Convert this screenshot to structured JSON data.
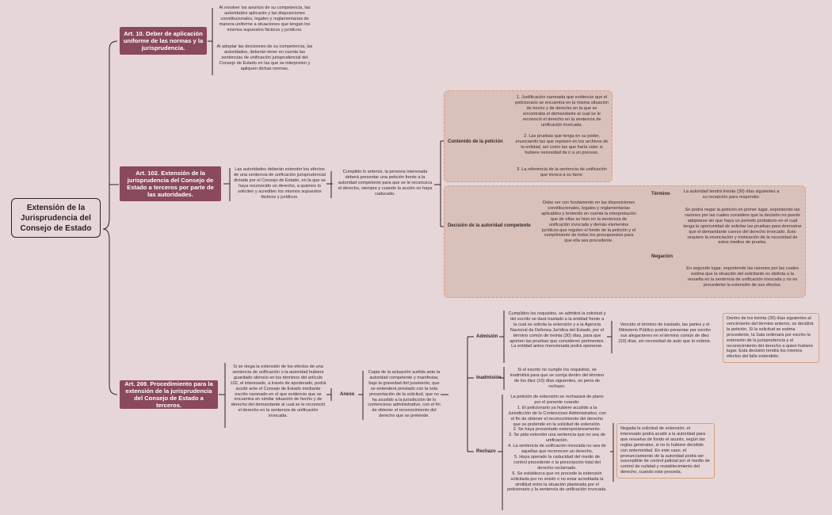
{
  "root": "Extensión de la Jurisprudencia del Consejo de Estado",
  "art10": {
    "title": "Art. 10. Deber de aplicación uniforme de las normas y la jurisprudencia.",
    "text1": "Al resolver los asuntos de su competencia, las autoridades aplicarán y las disposiciones constitucionales, legales y reglamentarias de manera uniforme a situaciones que tengan los mismos supuestos fácticos y jurídicos.",
    "text2": "Al adoptar las decisiones de su competencia, las autoridades, deberán tener en cuenta las sentencias de unificación jurisprudencial del Consejo de Estado en las que se interpreten y apliquen dichas normas."
  },
  "art102": {
    "title": "Art. 102. Extensión de la jurisprudencia del Consejo de Estado a terceros por parte de las autoridades.",
    "text": "Las autoridades deberán extender los efectos de una sentencia de unificación jurisprudencial dictada por el Consejo de Estado, en la que se haya reconocido un derecho, a quienes lo soliciten y acrediten los mismos supuestos fácticos y jurídicos.",
    "text2": "Cumplido lo anterior, la persona interesada deberá presentar una petición frente a la autoridad competente para que se le reconozca el derecho, siempre y cuando la acción no haya caducado.",
    "contenido_label": "Contenido de la petición",
    "contenido_items": [
      "1. Justificación razonada que evidencie que el peticionario se encuentra en la misma situación de hecho y de derecho en la que se encontraba el demandante al cual se le reconoció el derecho en la sentencia de unificación invocada.",
      "2. Las pruebas que tenga en su poder, enunciando las que reposen en los archivos de la entidad, así como las que haría valer si hubiere necesidad de ir a un proceso.",
      "3. La referencia de la sentencia de unificación que invoca a su favor."
    ],
    "decision_label": "Decisión de la autoridad competente",
    "decision_text": "Debe ser con fundamento en las disposiciones constitucionales, legales y reglamentarias aplicables y teniendo en cuenta la interpretación que de ellas se hizo en la sentencia de unificación invocada y demás elementos jurídicos que regulen el fondo de la petición y el cumplimiento de todos los presupuestos para que ella sea procedente.",
    "termino_label": "Término",
    "termino_text": "La autoridad tendrá treinta (30) días siguientes a su recepción para responder.",
    "negacion_label": "Negación",
    "negacion_text1": "Se podrá negar la petición en primer lugar, exponiendo las razones por las cuales considere que la decisión no puede adoptarse sin que haya un periodo probatorio en el cual tenga la oportunidad de solicitar las pruebas para demostrar que el demandante carece del derecho invocado. Esto requiere la enunciación y motivación de la necesidad de estos medios de prueba.",
    "negacion_text2": "En segundo lugar, exponiendo las razones por las cuales estima que la situación del solicitante es distinta a la resuelta en la sentencia de unificación invocada y no es procedente la extensión de sus efectos."
  },
  "art269": {
    "title": "Art. 269. Procedimiento para la extensión de la jurisprudencia del Consejo de Estado a terceros.",
    "text": "Si se niega la extensión de los efectos de una sentencia de unificación o la autoridad hubiere guardado silencio en los términos del artículo 102, el interesado, a través de apoderado, podrá acudir ante el Consejo de Estado mediante escrito razonado en el que evidencie que se encuentra en similar situación de hecho y de derecho del demandante al cual se le reconoció el derecho en la sentencia de unificación invocada.",
    "anexo_label": "Anexo",
    "anexo_text": "Copia de la actuación surtida ante la autoridad competente y manifestar, bajo la gravedad del juramento, que se entenderá prestado con la sola presentación de la solicitud, que no ha acudido a la jurisdicción de lo contencioso administrativo, con el fin de obtener el reconocimiento del derecho que se pretende.",
    "admision_label": "Admisión",
    "admision_text": "Cumplidos los requisitos, se admitirá la solicitud y del escrito se dará traslado a la entidad frente a la cual se solicita la extensión y a la Agencia Nacional de Defensa Jurídica del Estado, por el término común de treinta (30) días, para que aporten las pruebas que consideren pertinentes. La entidad antes mencionada podrá oponerse.",
    "admision_text2": "Vencido el término de traslado, las partes y el Ministerio Público podrán presentar por escrito sus alegaciones en el término común de diez (10) días, sin necesidad de auto que lo ordene.",
    "admision_text3": "Dentro de los treinta (30) días siguientes al vencimiento del término anterior, se decidirá la petición. Si la solicitud se estima procedente, la Sala ordenará por escrito la extensión de la jurisprudencia y el reconocimiento del derecho a quien hubiere lugar. Esta decisión tendrá los mismos efectos del fallo extendido.",
    "inadmision_label": "Inadmisión",
    "inadmision_text": "Si el escrito no cumple los requisitos, se inadmitirá para que se corrija dentro del término de los diez (10) días siguientes, so pena de rechazo.",
    "rechazo_label": "Rechazo",
    "rechazo_text": "La petición de extensión se rechazará de plano por el ponente cuando:\n1. El peticionario ya hubiere acudido a la Jurisdicción de lo Contencioso Administrativo, con el fin de obtener el reconocimiento del derecho que se pretende en la solicitud de extensión.\n2. Se haya presentado extemporáneamente.\n3. Se pida extender una sentencia que no sea de unificación.\n4. La sentencia de unificación invocada no sea de aquellas que reconocen un derecho.\n5. Haya operado la caducidad del medio de control procedente o la prescripción total del derecho reclamado.\n6. Se establezca que no procede la extensión solicitada por no existir o no estar acreditada la similitud entre la situación planteada por el peticionario y la sentencia de unificación invocada.",
    "rechazo_text2": "Negada la solicitud de extensión, el interesado podrá acudir a la autoridad para que resuelva de fondo el asunto, según las reglas generales, si no lo hubiere decidido con anterioridad. En este caso, el pronunciamiento de la autoridad podrá ser susceptible de control judicial por el medio de control de nulidad y restablecimiento del derecho, cuando este proceda."
  }
}
